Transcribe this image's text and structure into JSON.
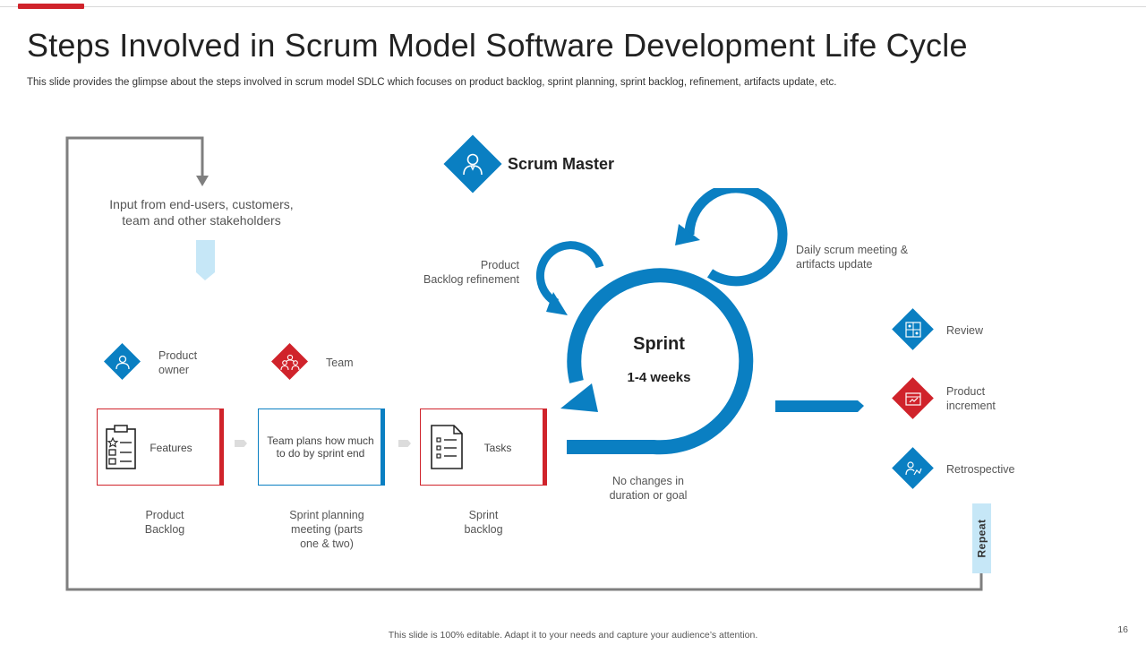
{
  "slide": {
    "title": "Steps Involved in Scrum Model Software Development Life Cycle",
    "subtitle": "This slide provides the glimpse about the steps involved in scrum model SDLC which focuses on product backlog, sprint planning, sprint backlog, refinement, artifacts update, etc.",
    "footer": "This slide is 100% editable. Adapt it to your needs and capture your audience’s attention.",
    "page_number": "16"
  },
  "colors": {
    "blue": "#0a7fc2",
    "red": "#d0232b",
    "light_blue": "#c6e7f7",
    "gray": "#7f7f7f"
  },
  "input": {
    "line1": "Input from end-users, customers,",
    "line2": "team and other stakeholders"
  },
  "roles": {
    "scrum_master": "Scrum Master",
    "product_owner": {
      "line1": "Product",
      "line2": "owner"
    },
    "team": "Team"
  },
  "cards": {
    "features": "Features",
    "planning": {
      "line1": "Team plans how much",
      "line2": "to do by sprint end"
    },
    "tasks": "Tasks"
  },
  "captions": {
    "product_backlog": {
      "line1": "Product",
      "line2": "Backlog"
    },
    "sprint_planning": {
      "line1": "Sprint planning",
      "line2": "meeting (parts",
      "line3": "one & two)"
    },
    "sprint_backlog": {
      "line1": "Sprint",
      "line2": "backlog"
    }
  },
  "sprint": {
    "title": "Sprint",
    "duration": "1-4 weeks",
    "refinement": {
      "line1": "Product",
      "line2": "Backlog refinement"
    },
    "daily": {
      "line1": "Daily scrum meeting &",
      "line2": "artifacts update"
    },
    "no_changes": {
      "line1": "No changes in",
      "line2": "duration or goal"
    }
  },
  "outputs": {
    "review": "Review",
    "increment": {
      "line1": "Product",
      "line2": "increment"
    },
    "retrospective": "Retrospective"
  },
  "repeat": "Repeat"
}
